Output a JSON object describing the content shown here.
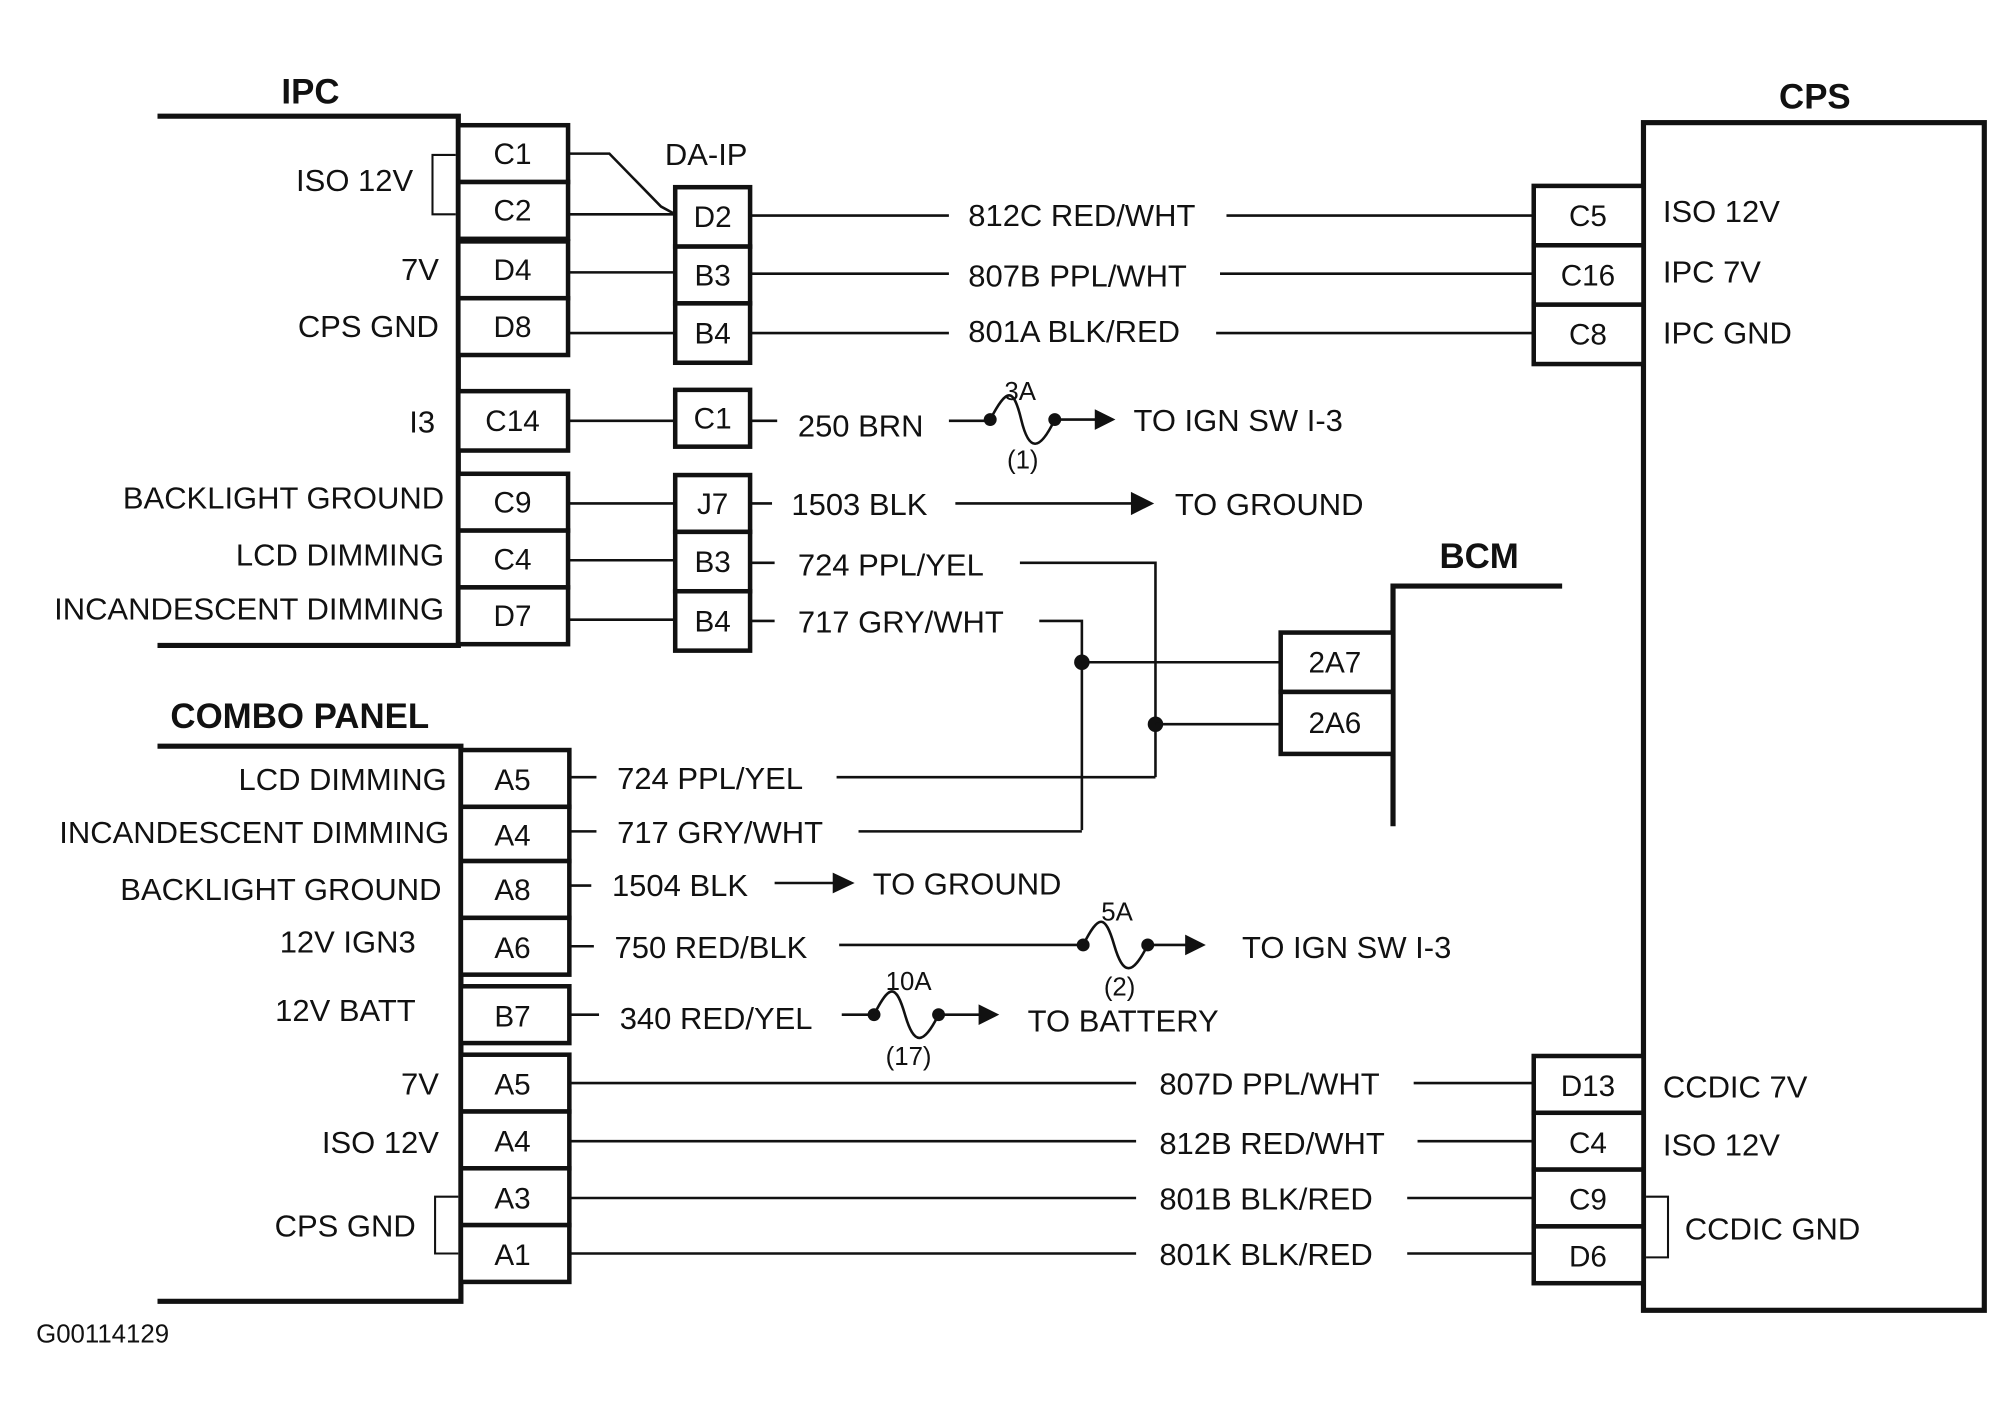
{
  "diagram_id": "G00114129",
  "components": {
    "ipc": "IPC",
    "cps": "CPS",
    "da_ip": "DA-IP",
    "bcm": "BCM",
    "combo_panel": "COMBO PANEL"
  },
  "ipc_pins": [
    {
      "pin": "C1",
      "label": ""
    },
    {
      "pin": "C2",
      "label": ""
    },
    {
      "pin": "D4",
      "label": "7V"
    },
    {
      "pin": "D8",
      "label": "CPS GND"
    },
    {
      "pin": "C14",
      "label": "I3"
    },
    {
      "pin": "C9",
      "label": "BACKLIGHT GROUND"
    },
    {
      "pin": "C4",
      "label": "LCD DIMMING"
    },
    {
      "pin": "D7",
      "label": "INCANDESCENT DIMMING"
    }
  ],
  "ipc_group_label": "ISO 12V",
  "da_ip_pins": [
    "D2",
    "B3",
    "B4",
    "C1",
    "J7",
    "B3",
    "B4"
  ],
  "ipc_wires": [
    {
      "circuit": "812C RED/WHT"
    },
    {
      "circuit": "807B PPL/WHT"
    },
    {
      "circuit": "801A BLK/RED"
    },
    {
      "circuit": "250 BRN",
      "fuse": "3A",
      "fuse_no": "(1)",
      "dest": "TO IGN SW I-3"
    },
    {
      "circuit": "1503 BLK",
      "dest": "TO GROUND"
    },
    {
      "circuit": "724 PPL/YEL"
    },
    {
      "circuit": "717 GRY/WHT"
    }
  ],
  "cps_top_pins": [
    {
      "pin": "C5",
      "label": "ISO 12V"
    },
    {
      "pin": "C16",
      "label": "IPC 7V"
    },
    {
      "pin": "C8",
      "label": "IPC GND"
    }
  ],
  "bcm_pins": [
    "2A7",
    "2A6"
  ],
  "combo_pins": [
    {
      "pin": "A5",
      "label": "LCD DIMMING",
      "circuit": "724 PPL/YEL"
    },
    {
      "pin": "A4",
      "label": "INCANDESCENT DIMMING",
      "circuit": "717 GRY/WHT"
    },
    {
      "pin": "A8",
      "label": "BACKLIGHT GROUND",
      "circuit": "1504 BLK",
      "dest": "TO GROUND"
    },
    {
      "pin": "A6",
      "label": "12V IGN3",
      "circuit": "750 RED/BLK",
      "fuse": "5A",
      "fuse_no": "(2)",
      "dest": "TO IGN SW I-3"
    },
    {
      "pin": "B7",
      "label": "12V BATT",
      "circuit": "340 RED/YEL",
      "fuse": "10A",
      "fuse_no": "(17)",
      "dest": "TO BATTERY"
    },
    {
      "pin": "A5",
      "label": "7V",
      "circuit": "807D PPL/WHT"
    },
    {
      "pin": "A4",
      "label": "ISO 12V",
      "circuit": "812B RED/WHT"
    },
    {
      "pin": "A3",
      "label": "",
      "circuit": "801B BLK/RED"
    },
    {
      "pin": "A1",
      "label": "",
      "circuit": "801K BLK/RED"
    }
  ],
  "combo_group_label": "CPS GND",
  "cps_bottom_pins": [
    {
      "pin": "D13",
      "label": "CCDIC 7V"
    },
    {
      "pin": "C4",
      "label": "ISO 12V"
    },
    {
      "pin": "C9",
      "label": ""
    },
    {
      "pin": "D6",
      "label": ""
    }
  ],
  "cps_bottom_group_label": "CCDIC GND"
}
